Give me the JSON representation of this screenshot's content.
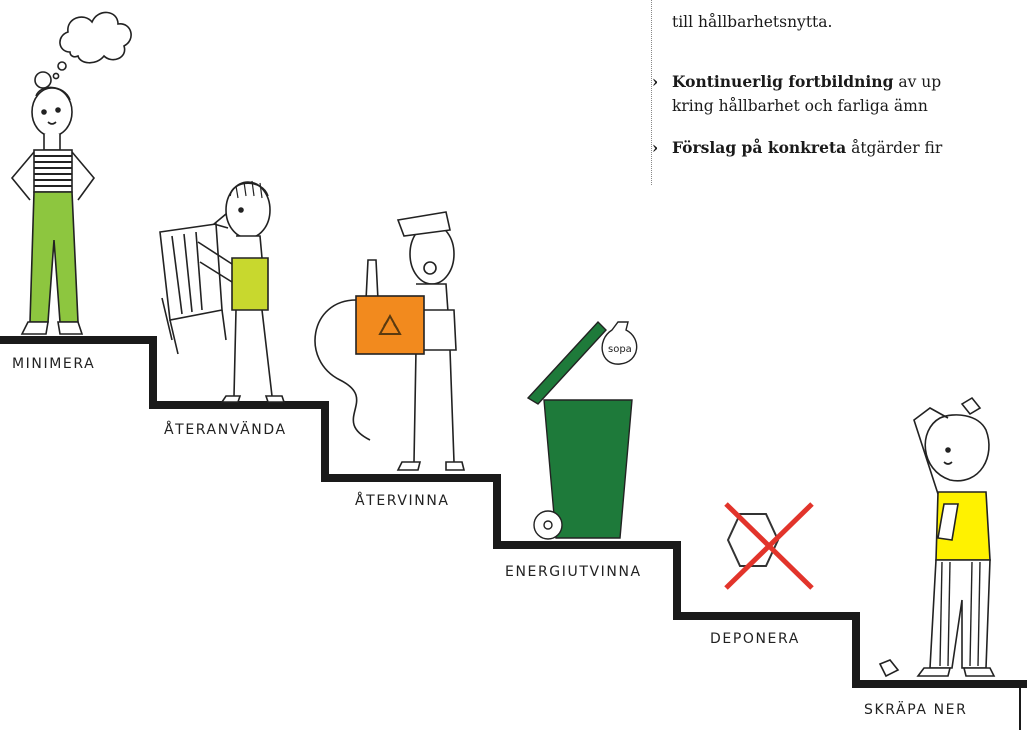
{
  "bullets": {
    "item1_line1": "till hållbarhetsnytta.",
    "item2_bold": "Kontinuerlig fortbildning",
    "item2_rest": " av up",
    "item2_line2": "kring hållbarhet och farliga ämn",
    "item3_bold": "Förslag på konkreta",
    "item3_rest": " åtgärder fir",
    "arrow": "›"
  },
  "steps": [
    {
      "label": "MINIMERA"
    },
    {
      "label": "ÅTERANVÄNDA"
    },
    {
      "label": "ÅTERVINNA"
    },
    {
      "label": "ENERGIUTVINNA"
    },
    {
      "label": "DEPONERA"
    },
    {
      "label": "SKRÄPA NER"
    }
  ],
  "bag_text": "sopa",
  "colors": {
    "stair": "#1a1a1a",
    "green_pants": "#8dc63f",
    "lime_shirt": "#c8d82e",
    "orange_box": "#f28a1e",
    "bin_green": "#1e7a3a",
    "cross_red": "#e2342b",
    "yellow_shirt": "#fff200"
  },
  "icons": [
    "thought-cloud-icon",
    "recycle-icon",
    "no-landfill-icon"
  ]
}
